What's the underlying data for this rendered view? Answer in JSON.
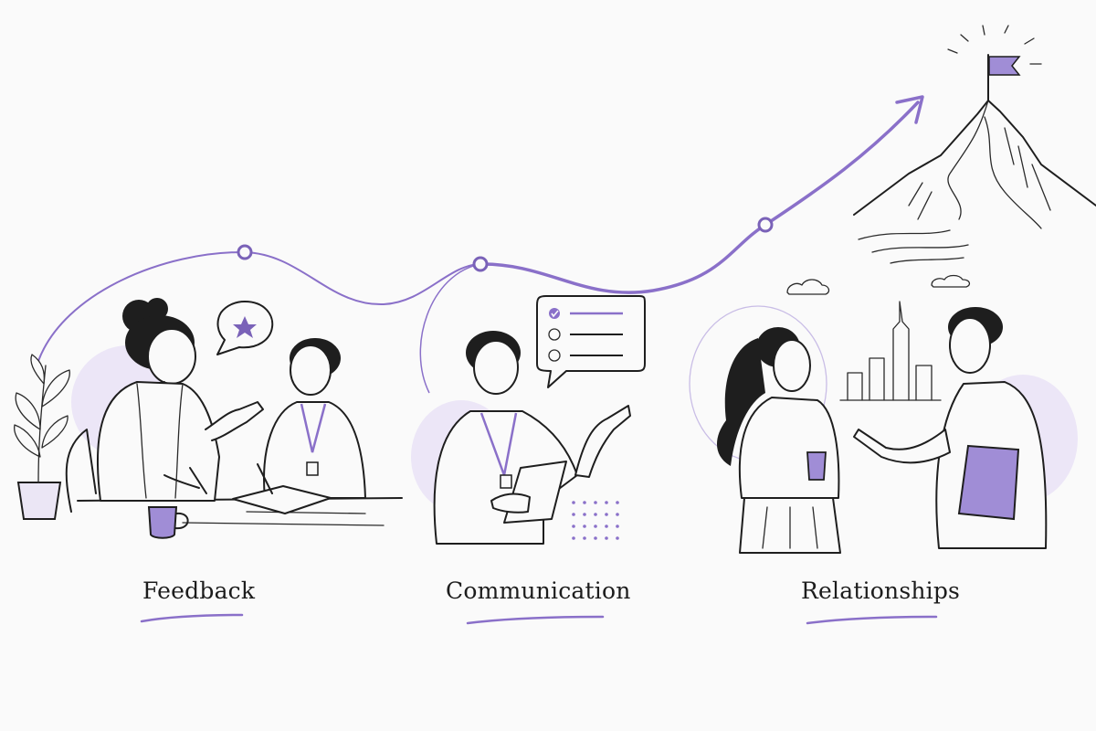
{
  "labels": {
    "feedback": "Feedback",
    "communication": "Communication",
    "relationships": "Relationships"
  },
  "colors": {
    "accent": "#8a70c9",
    "accent_light": "#e9e2f7",
    "ink": "#1e1e1e",
    "background": "#fafafa"
  },
  "icons": {
    "speech_bubble_left": "star-speech-bubble-icon",
    "speech_bubble_center": "checklist-speech-bubble-icon",
    "summit": "flag-icon"
  }
}
